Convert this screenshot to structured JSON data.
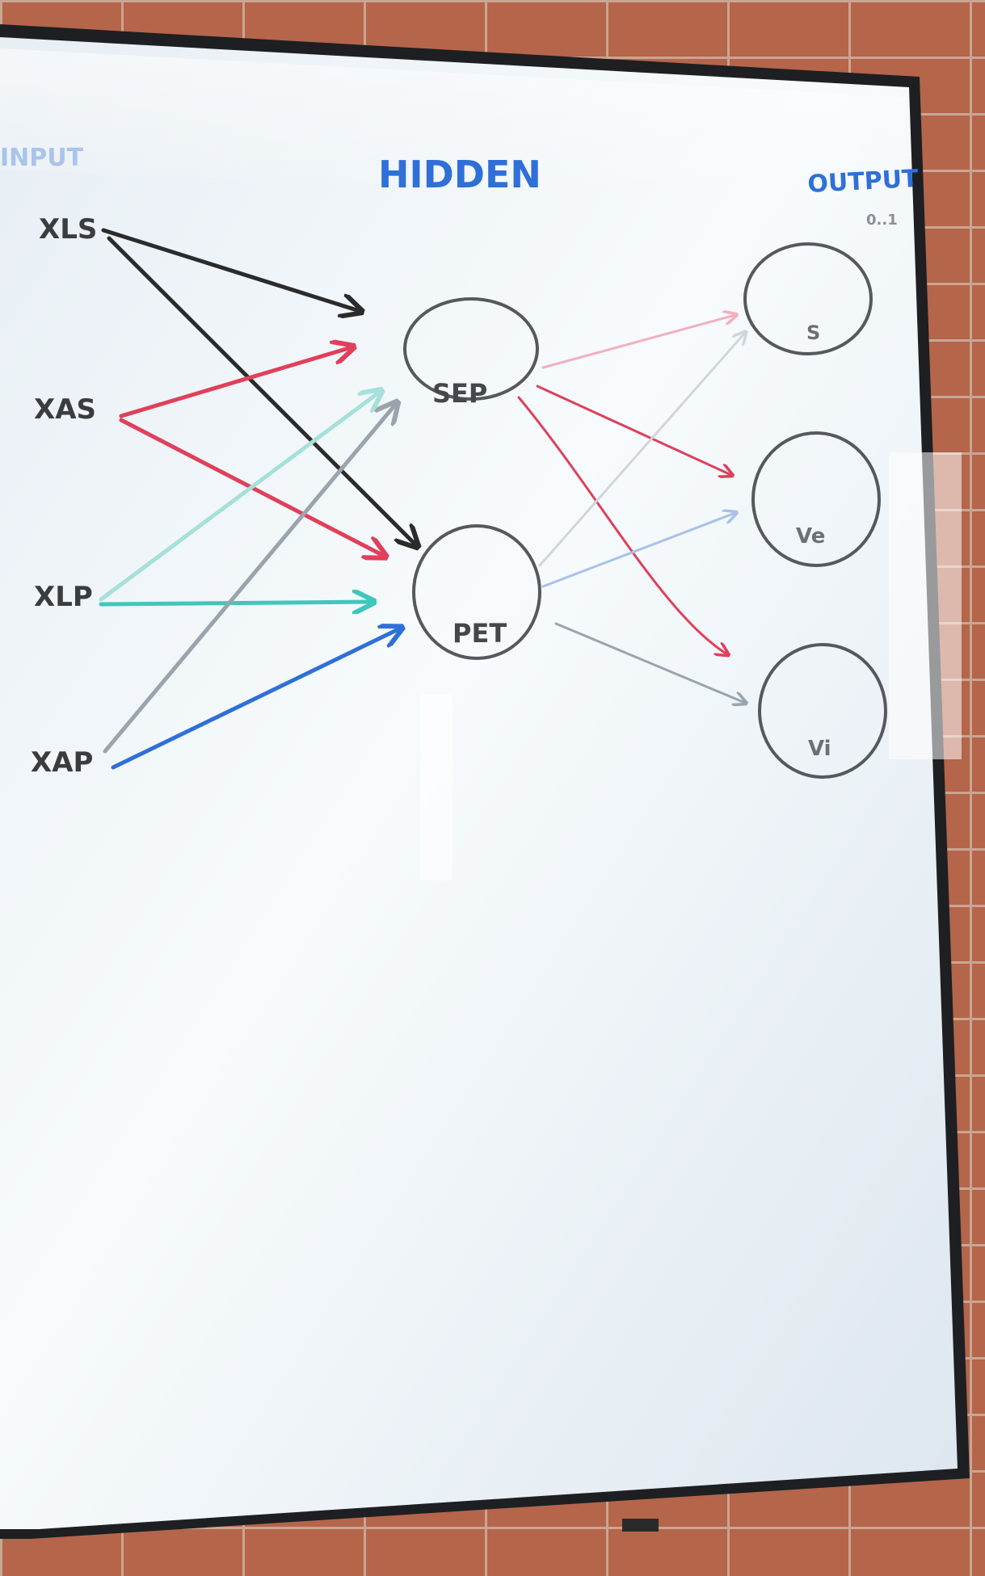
{
  "headings": {
    "input": "INPUT",
    "hidden": "HIDDEN",
    "output": "OUTPUT",
    "output_note": "0..1"
  },
  "inputs": [
    {
      "label": "XLS"
    },
    {
      "label": "XAS"
    },
    {
      "label": "XLP"
    },
    {
      "label": "XAP"
    }
  ],
  "hidden_nodes": [
    {
      "label": "SEP"
    },
    {
      "label": "PET"
    }
  ],
  "output_nodes": [
    {
      "label": "S"
    },
    {
      "label": "Ve"
    },
    {
      "label": "Vi"
    }
  ],
  "marker_colors": {
    "black": "#2b2b2b",
    "red": "#e0405a",
    "teal": "#3fc7bc",
    "blue": "#2f6fd8",
    "gray": "#9aa4ad",
    "heading_blue": "#2f6fd8"
  }
}
